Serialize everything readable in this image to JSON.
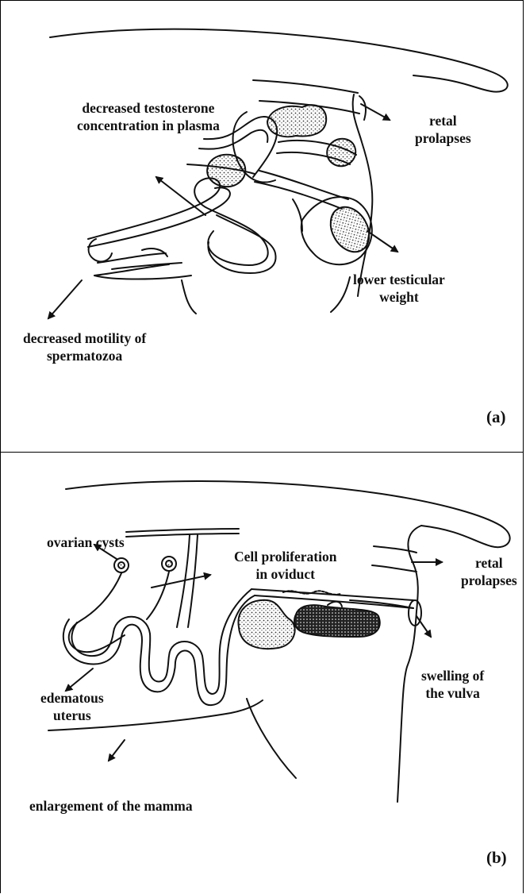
{
  "panel_a": {
    "label": "(a)",
    "annotations": {
      "testosterone": [
        "decreased  testosterone",
        "concentration in plasma"
      ],
      "retal_prolapses": [
        "retal",
        "prolapses"
      ],
      "testicular_weight": [
        "lower testicular",
        "weight"
      ],
      "motility": [
        "decreased motility of",
        "spermatozoa"
      ]
    }
  },
  "panel_b": {
    "label": "(b)",
    "annotations": {
      "ovarian_cysts": "ovarian cysts",
      "oviduct": [
        "Cell proliferation",
        "in oviduct"
      ],
      "retal_prolapses": [
        "retal",
        "prolapses"
      ],
      "vulva": [
        "swelling of",
        "the vulva"
      ],
      "uterus": [
        "edematous",
        "uterus"
      ],
      "mamma": "enlargement of the mamma"
    }
  }
}
